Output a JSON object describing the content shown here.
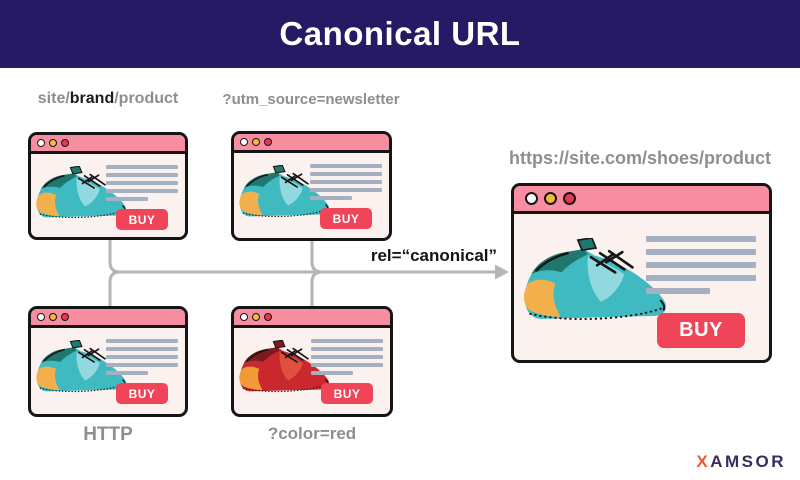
{
  "header": {
    "title": "Canonical URL"
  },
  "labels": {
    "top_left": {
      "prefix": "site/",
      "bold": "brand",
      "suffix": "/product"
    },
    "top_center": "?utm_source=newsletter",
    "bottom_left": "HTTP",
    "bottom_center": "?color=red",
    "canonical": "https://site.com/shoes/product"
  },
  "arrow": {
    "label": "rel=“canonical”"
  },
  "buy_label": "BUY",
  "logo": {
    "first": "X",
    "rest": "AMSOR"
  },
  "icons": {
    "window_dots": [
      "white-dot",
      "yellow-dot",
      "red-dot"
    ],
    "shoe_variants": [
      "teal-sneaker",
      "red-sneaker"
    ]
  },
  "colors": {
    "header_bg": "#251A63",
    "titlebar_pink": "#F78DA0",
    "window_body": "#FBF2EF",
    "window_border": "#151515",
    "buy_red": "#F04458",
    "text_line_gray": "#A6B0C3",
    "label_gray": "#8E8E8E",
    "arrow_gray": "#B5B5B5",
    "dot_yellow": "#F5B740",
    "dot_red": "#E8384F",
    "shoe_teal": {
      "main": "#3FBAC0",
      "dark": "#20776E",
      "light": "#92D9DF",
      "accent": "#F2B04C"
    },
    "shoe_red": {
      "main": "#C9292E",
      "dark": "#7E191D",
      "light": "#E0503C",
      "accent": "#F29A37"
    },
    "logo_x": "#F05A28",
    "logo_rest": "#3B2A5E"
  }
}
